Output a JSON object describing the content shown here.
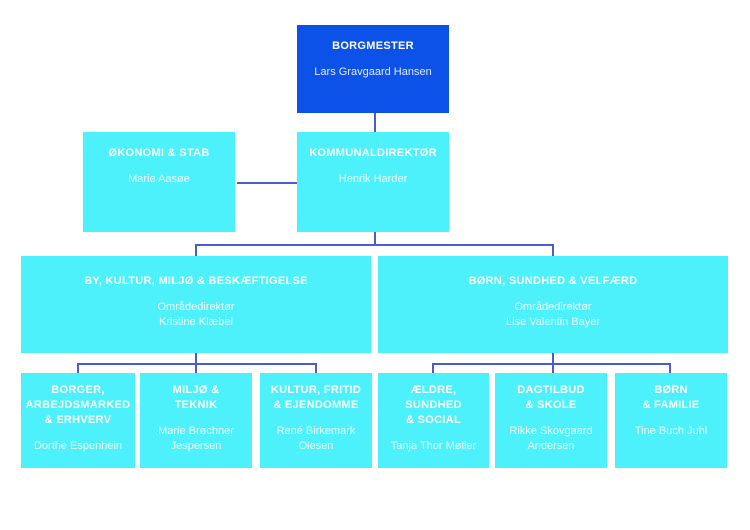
{
  "chart": {
    "type": "org-chart",
    "colors": {
      "level1_box": "#0c52e8",
      "lower_box": "#4df1fb",
      "connector": "#4a5cd0",
      "text": "#ffffff"
    },
    "nodes": {
      "borgmester": {
        "title": "BORGMESTER",
        "name": "Lars Gravgaard Hansen"
      },
      "okonomi_stab": {
        "title": "ØKONOMI & STAB",
        "name": "Marie Aasøe"
      },
      "kommunaldirektor": {
        "title": "KOMMUNALDIREKTØR",
        "name": "Henrik Harder"
      },
      "by_kultur_miljo_beskaeftigelse": {
        "title": "BY, KULTUR, MILJØ & BESKÆFTIGELSE",
        "role": "Områdedirektør",
        "name": "Kristine Klæbel"
      },
      "born_sundhed_velfaerd": {
        "title": "BØRN, SUNDHED & VELFÆRD",
        "role": "Områdedirektør",
        "name": "Lise Valentin Bayer"
      },
      "borger_arbejdsmarked_erhverv": {
        "title": "BORGER,\nARBEJDSMARKED\n& ERHVERV",
        "name": "Dorthe Espenhein"
      },
      "miljo_teknik": {
        "title": "MILJØ &\nTEKNIK",
        "name": "Marie Brøchner\nJespersen"
      },
      "kultur_fritid_ejendomme": {
        "title": "KULTUR, FRITID\n& EJENDOMME",
        "name": "René Birkemark\nOlesen"
      },
      "aeldre_sundhed_social": {
        "title": "ÆLDRE,\nSUNDHED\n& SOCIAL",
        "name": "Tanja Thor Møller"
      },
      "dagtilbud_skole": {
        "title": "DAGTILBUD\n& SKOLE",
        "name": "Rikke Skovgaard\nAndersen"
      },
      "born_familie": {
        "title": "BØRN\n& FAMILIE",
        "name": "Tine Buch Juhl"
      }
    }
  }
}
